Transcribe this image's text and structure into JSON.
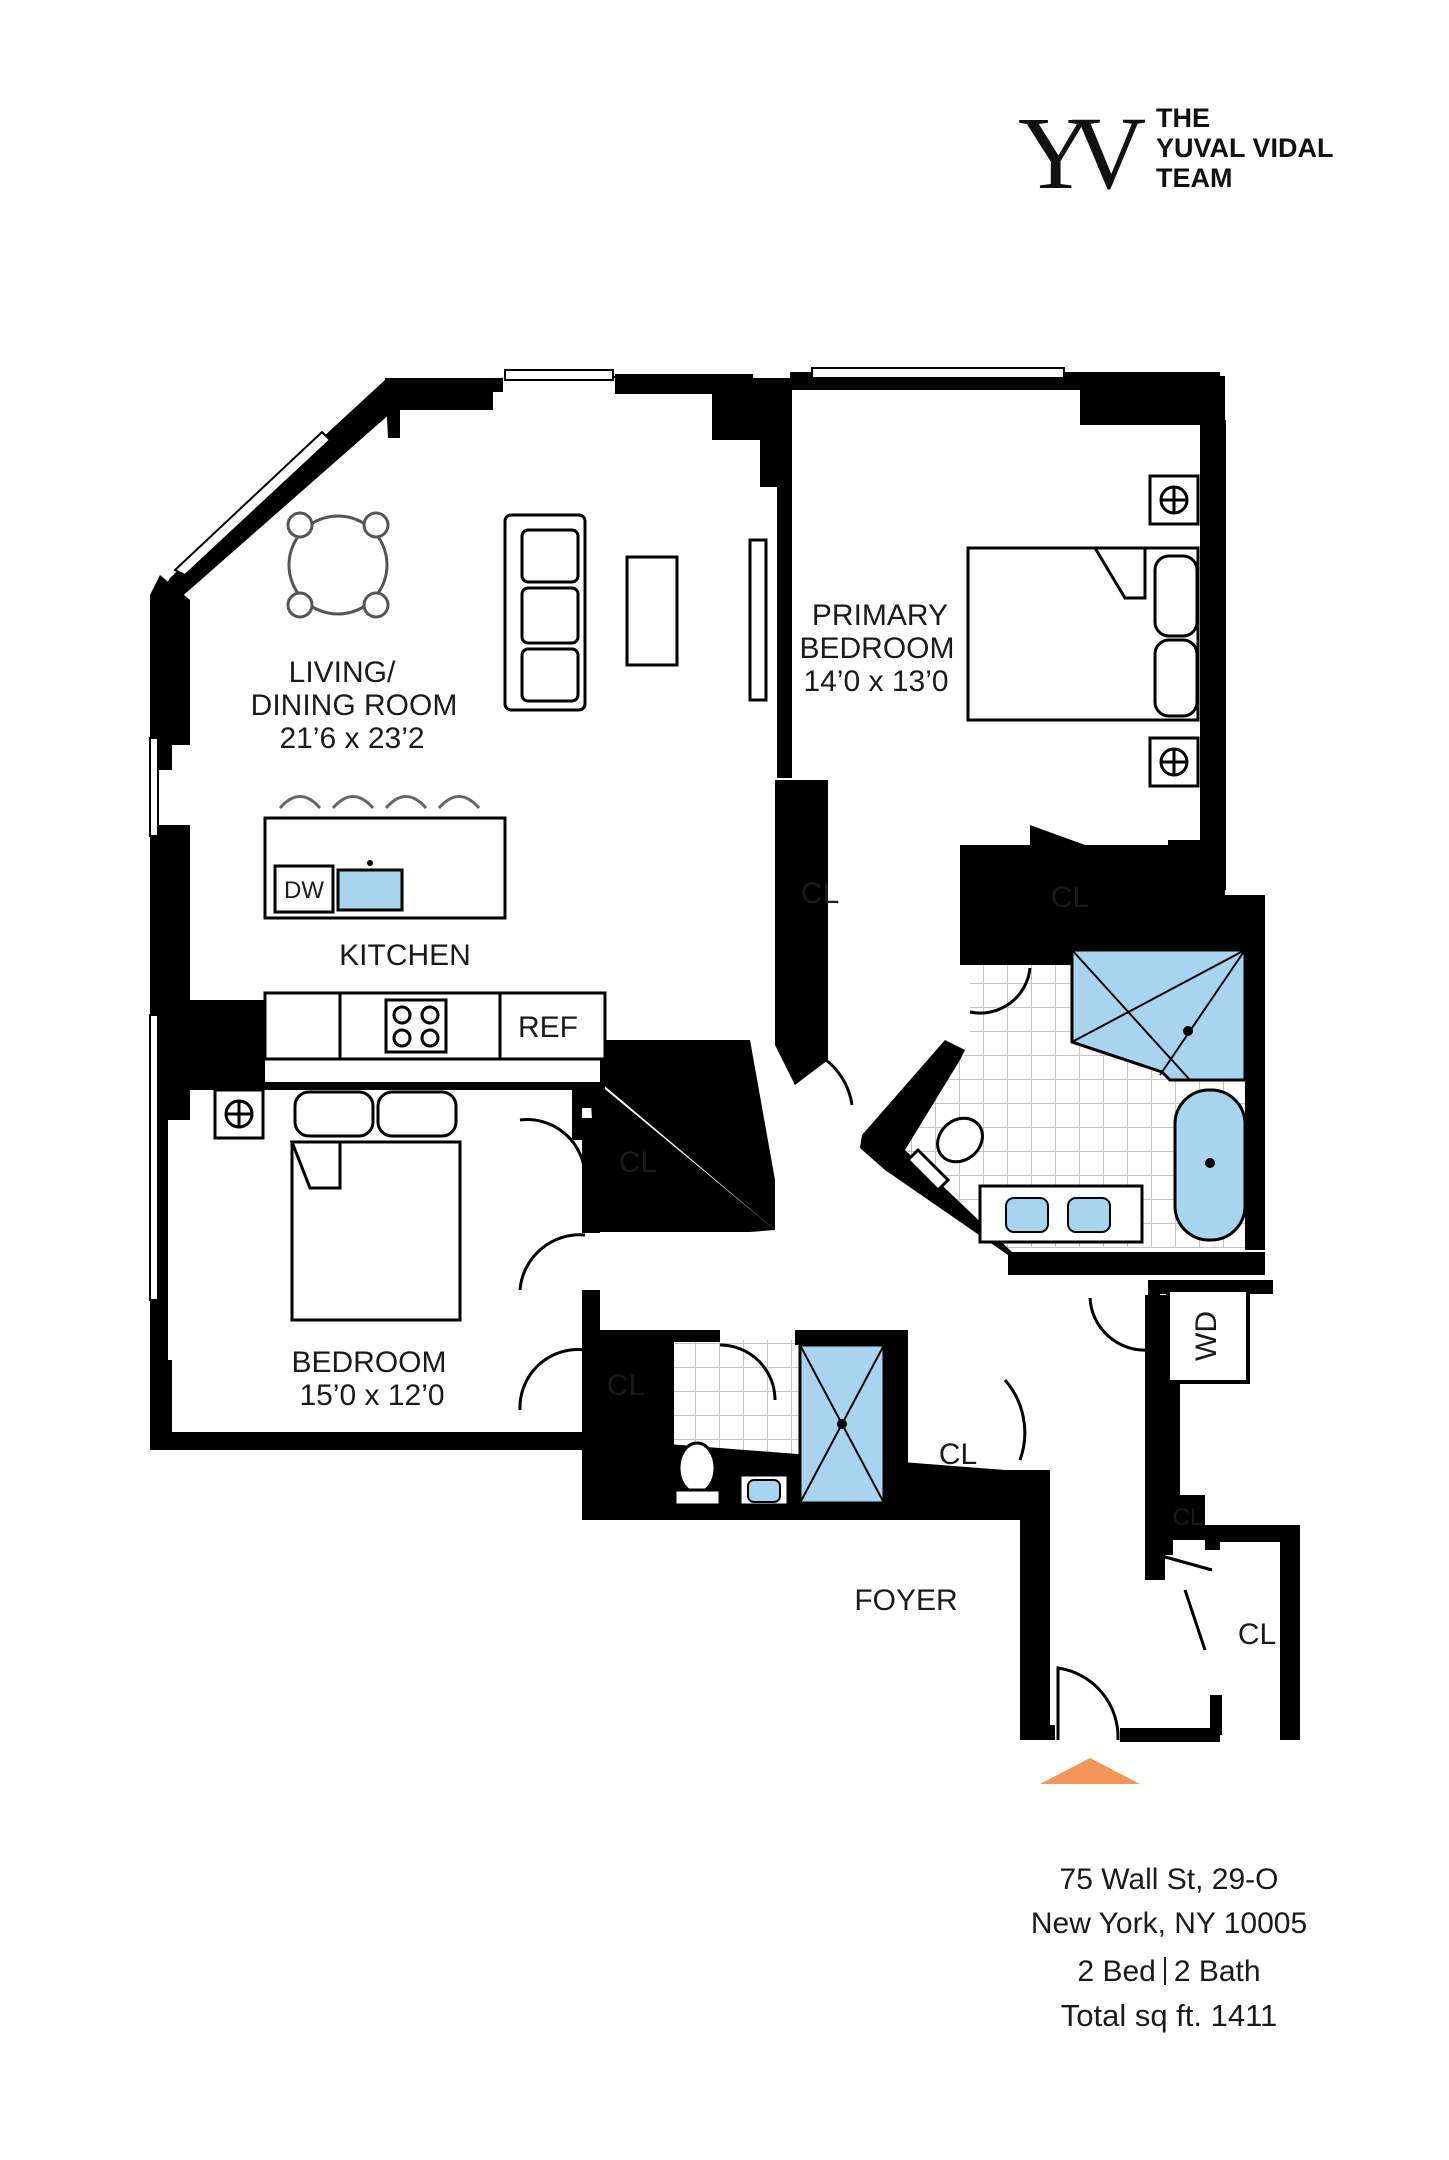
{
  "logo": {
    "monogram": "YV",
    "lines": [
      "THE",
      "YUVAL VIDAL",
      "TEAM"
    ]
  },
  "rooms": {
    "living": {
      "name_line1": "LIVING/",
      "name_line2": "DINING ROOM",
      "dims": "21’6 x 23’2"
    },
    "kitchen": {
      "name": "KITCHEN"
    },
    "primary": {
      "name_line1": "PRIMARY",
      "name_line2": "BEDROOM",
      "dims": "14’0 x 13’0"
    },
    "bedroom": {
      "name": "BEDROOM",
      "dims": "15’0 x 12’0"
    },
    "foyer": {
      "name": "FOYER"
    }
  },
  "appliances": {
    "dishwasher": "DW",
    "refrigerator": "REF",
    "washer_dryer": "WD"
  },
  "closets": {
    "label": "CL"
  },
  "listing": {
    "address_line1": "75 Wall St, 29-O",
    "address_line2": "New York, NY 10005",
    "beds": "2 Bed",
    "baths": "2 Bath",
    "total": "Total sq ft. 1411"
  },
  "colors": {
    "wall": "#000000",
    "wet_area": "#a9d4ef",
    "tile_grid": "#c8c8c8",
    "entry_marker": "#f3955a"
  }
}
